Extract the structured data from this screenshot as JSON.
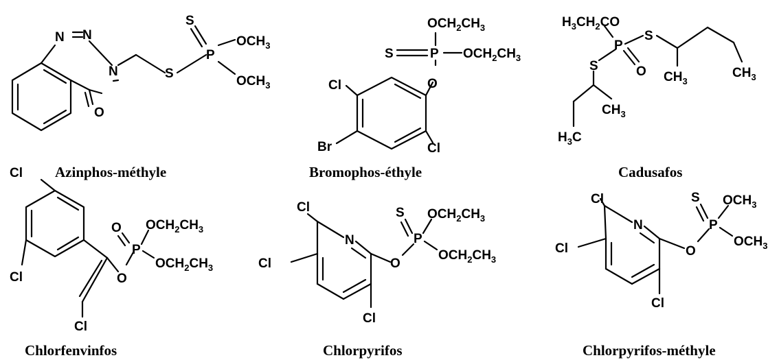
{
  "compounds": [
    {
      "name": "Azinphos-méthyle",
      "atoms": {
        "n1": "N",
        "n2": "N",
        "n3": "N",
        "o_carbonyl": "O",
        "s_thioether": "S",
        "p": "P",
        "s_double": "S",
        "ome1": "OCH3",
        "ome2": "OCH3"
      }
    },
    {
      "name": "Bromophos-éthyle",
      "atoms": {
        "s_double": "S",
        "p": "P",
        "oet_top": "OCH2CH3",
        "oet_right": "OCH2CH3",
        "o_link": "O",
        "cl_left": "Cl",
        "br": "Br",
        "cl_right": "Cl"
      }
    },
    {
      "name": "Cadusafos",
      "atoms": {
        "oet": "H3CH2CO",
        "p": "P",
        "s_right": "S",
        "s_left": "S",
        "o_double": "O",
        "ch3_a": "CH3",
        "ch3_b": "CH3",
        "ch3_c": "CH3",
        "h3c": "H3C"
      }
    },
    {
      "name": "Chlorfenvinfos",
      "atoms": {
        "cl_top": "Cl",
        "cl_mid": "Cl",
        "cl_vinyl": "Cl",
        "o_double": "O",
        "p": "P",
        "o_link": "O",
        "oet1": "OCH2CH3",
        "oet2": "OCH2CH3"
      }
    },
    {
      "name": "Chlorpyrifos",
      "atoms": {
        "cl1": "Cl",
        "cl2": "Cl",
        "cl3": "Cl",
        "n": "N",
        "o_link": "O",
        "p": "P",
        "s": "S",
        "oet1": "OCH2CH3",
        "oet2": "OCH2CH3"
      }
    },
    {
      "name": "Chlorpyrifos-méthyle",
      "atoms": {
        "cl1": "Cl",
        "cl2": "Cl",
        "cl3": "Cl",
        "n": "N",
        "o_link": "O",
        "p": "P",
        "s": "S",
        "ome1": "OCH3",
        "ome2": "OCH3"
      }
    }
  ]
}
